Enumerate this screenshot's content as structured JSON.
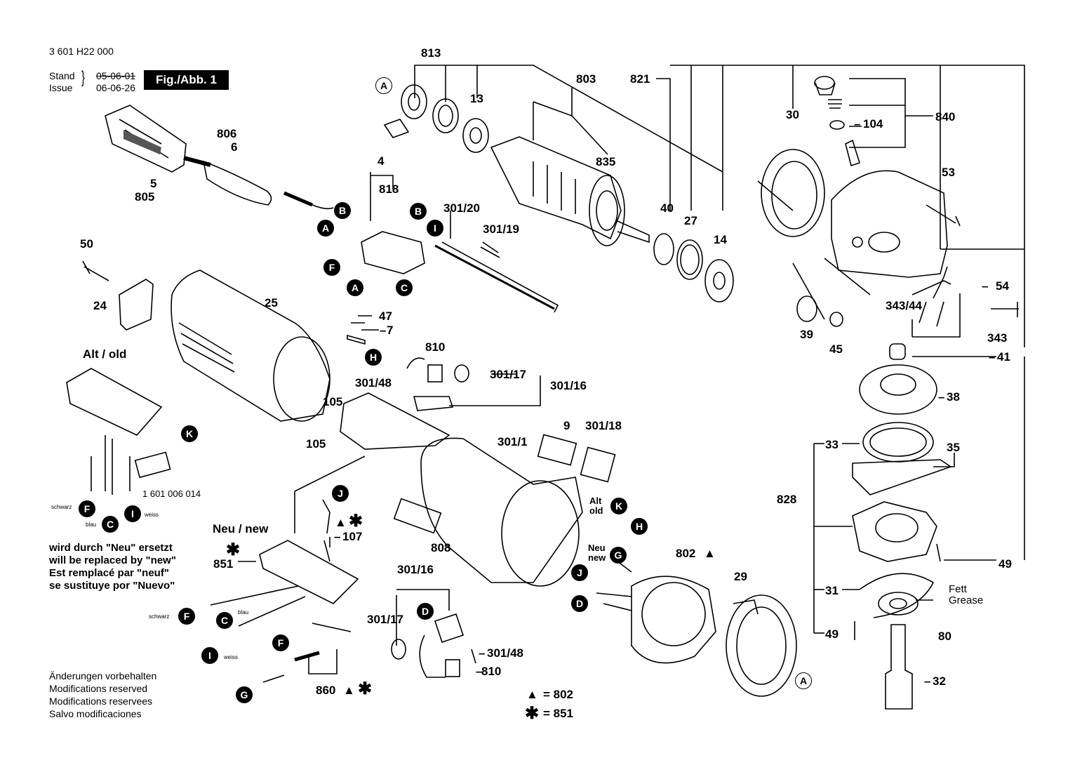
{
  "header": {
    "part_number": "3 601 H22 000",
    "stand_label": "Stand",
    "issue_label": "Issue",
    "stand_date": "05-06-01",
    "issue_date": "06-06-26",
    "figure": "Fig./Abb. 1"
  },
  "callouts": [
    {
      "id": "c813",
      "text": "813"
    },
    {
      "id": "c13",
      "text": "13"
    },
    {
      "id": "c803",
      "text": "803"
    },
    {
      "id": "c821",
      "text": "821"
    },
    {
      "id": "c840",
      "text": "840"
    },
    {
      "id": "c104",
      "text": "104"
    },
    {
      "id": "c30",
      "text": "30"
    },
    {
      "id": "c806",
      "text": "806"
    },
    {
      "id": "c6",
      "text": "6"
    },
    {
      "id": "c5",
      "text": "5"
    },
    {
      "id": "c805",
      "text": "805"
    },
    {
      "id": "c835",
      "text": "835"
    },
    {
      "id": "c4",
      "text": "4"
    },
    {
      "id": "c818",
      "text": "818"
    },
    {
      "id": "c301_20",
      "text": "301/20"
    },
    {
      "id": "c301_19",
      "text": "301/19"
    },
    {
      "id": "c40",
      "text": "40"
    },
    {
      "id": "c27",
      "text": "27"
    },
    {
      "id": "c14",
      "text": "14"
    },
    {
      "id": "c53",
      "text": "53"
    },
    {
      "id": "c50",
      "text": "50"
    },
    {
      "id": "c24",
      "text": "24"
    },
    {
      "id": "c25",
      "text": "25"
    },
    {
      "id": "c47",
      "text": "47"
    },
    {
      "id": "c7",
      "text": "7"
    },
    {
      "id": "c54",
      "text": "54"
    },
    {
      "id": "c343_44",
      "text": "343/44"
    },
    {
      "id": "c39",
      "text": "39"
    },
    {
      "id": "c45",
      "text": "45"
    },
    {
      "id": "c343",
      "text": "343"
    },
    {
      "id": "c41",
      "text": "41"
    },
    {
      "id": "c810a",
      "text": "810"
    },
    {
      "id": "c301_17a",
      "text": "301/17"
    },
    {
      "id": "c301_16a",
      "text": "301/16"
    },
    {
      "id": "c301_48a",
      "text": "301/48"
    },
    {
      "id": "c38",
      "text": "38"
    },
    {
      "id": "c105a",
      "text": "105"
    },
    {
      "id": "c105b",
      "text": "105"
    },
    {
      "id": "c9",
      "text": "9"
    },
    {
      "id": "c301_18",
      "text": "301/18"
    },
    {
      "id": "c301_1",
      "text": "301/1"
    },
    {
      "id": "c33",
      "text": "33"
    },
    {
      "id": "c35",
      "text": "35"
    },
    {
      "id": "c828",
      "text": "828"
    },
    {
      "id": "c107",
      "text": "107"
    },
    {
      "id": "c808",
      "text": "808"
    },
    {
      "id": "c802",
      "text": "802"
    },
    {
      "id": "c49a",
      "text": "49"
    },
    {
      "id": "c851",
      "text": "851"
    },
    {
      "id": "c29",
      "text": "29"
    },
    {
      "id": "c31",
      "text": "31"
    },
    {
      "id": "c301_16b",
      "text": "301/16"
    },
    {
      "id": "c49b",
      "text": "49"
    },
    {
      "id": "c80",
      "text": "80"
    },
    {
      "id": "c301_17b",
      "text": "301/17"
    },
    {
      "id": "c301_48b",
      "text": "301/48"
    },
    {
      "id": "c810b",
      "text": "810"
    },
    {
      "id": "c32",
      "text": "32"
    },
    {
      "id": "c860",
      "text": "860"
    },
    {
      "id": "c1601",
      "text": "1 601 006 014"
    }
  ],
  "letters": [
    "A",
    "B",
    "C",
    "D",
    "F",
    "G",
    "H",
    "I",
    "J",
    "K"
  ],
  "labels": {
    "alt_old": "Alt / old",
    "neu_new": "Neu / new",
    "alt": "Alt",
    "old": "old",
    "neu": "Neu",
    "new": "new",
    "schwarz": "schwarz",
    "blau": "blau",
    "weiss": "weiss",
    "fett": "Fett",
    "grease": "Grease"
  },
  "replacement_note": [
    "wird durch \"Neu\" ersetzt",
    "will be replaced by \"new\"",
    "Est remplacé par \"neuf\"",
    "se sustituye por \"Nuevo\""
  ],
  "modifications_note": [
    "Änderungen vorbehalten",
    "Modifications reserved",
    "Modifications reservees",
    "Salvo modificaciones"
  ],
  "legend": [
    {
      "symbol": "▲",
      "text": "= 802"
    },
    {
      "symbol": "✱",
      "text": "= 851"
    }
  ]
}
